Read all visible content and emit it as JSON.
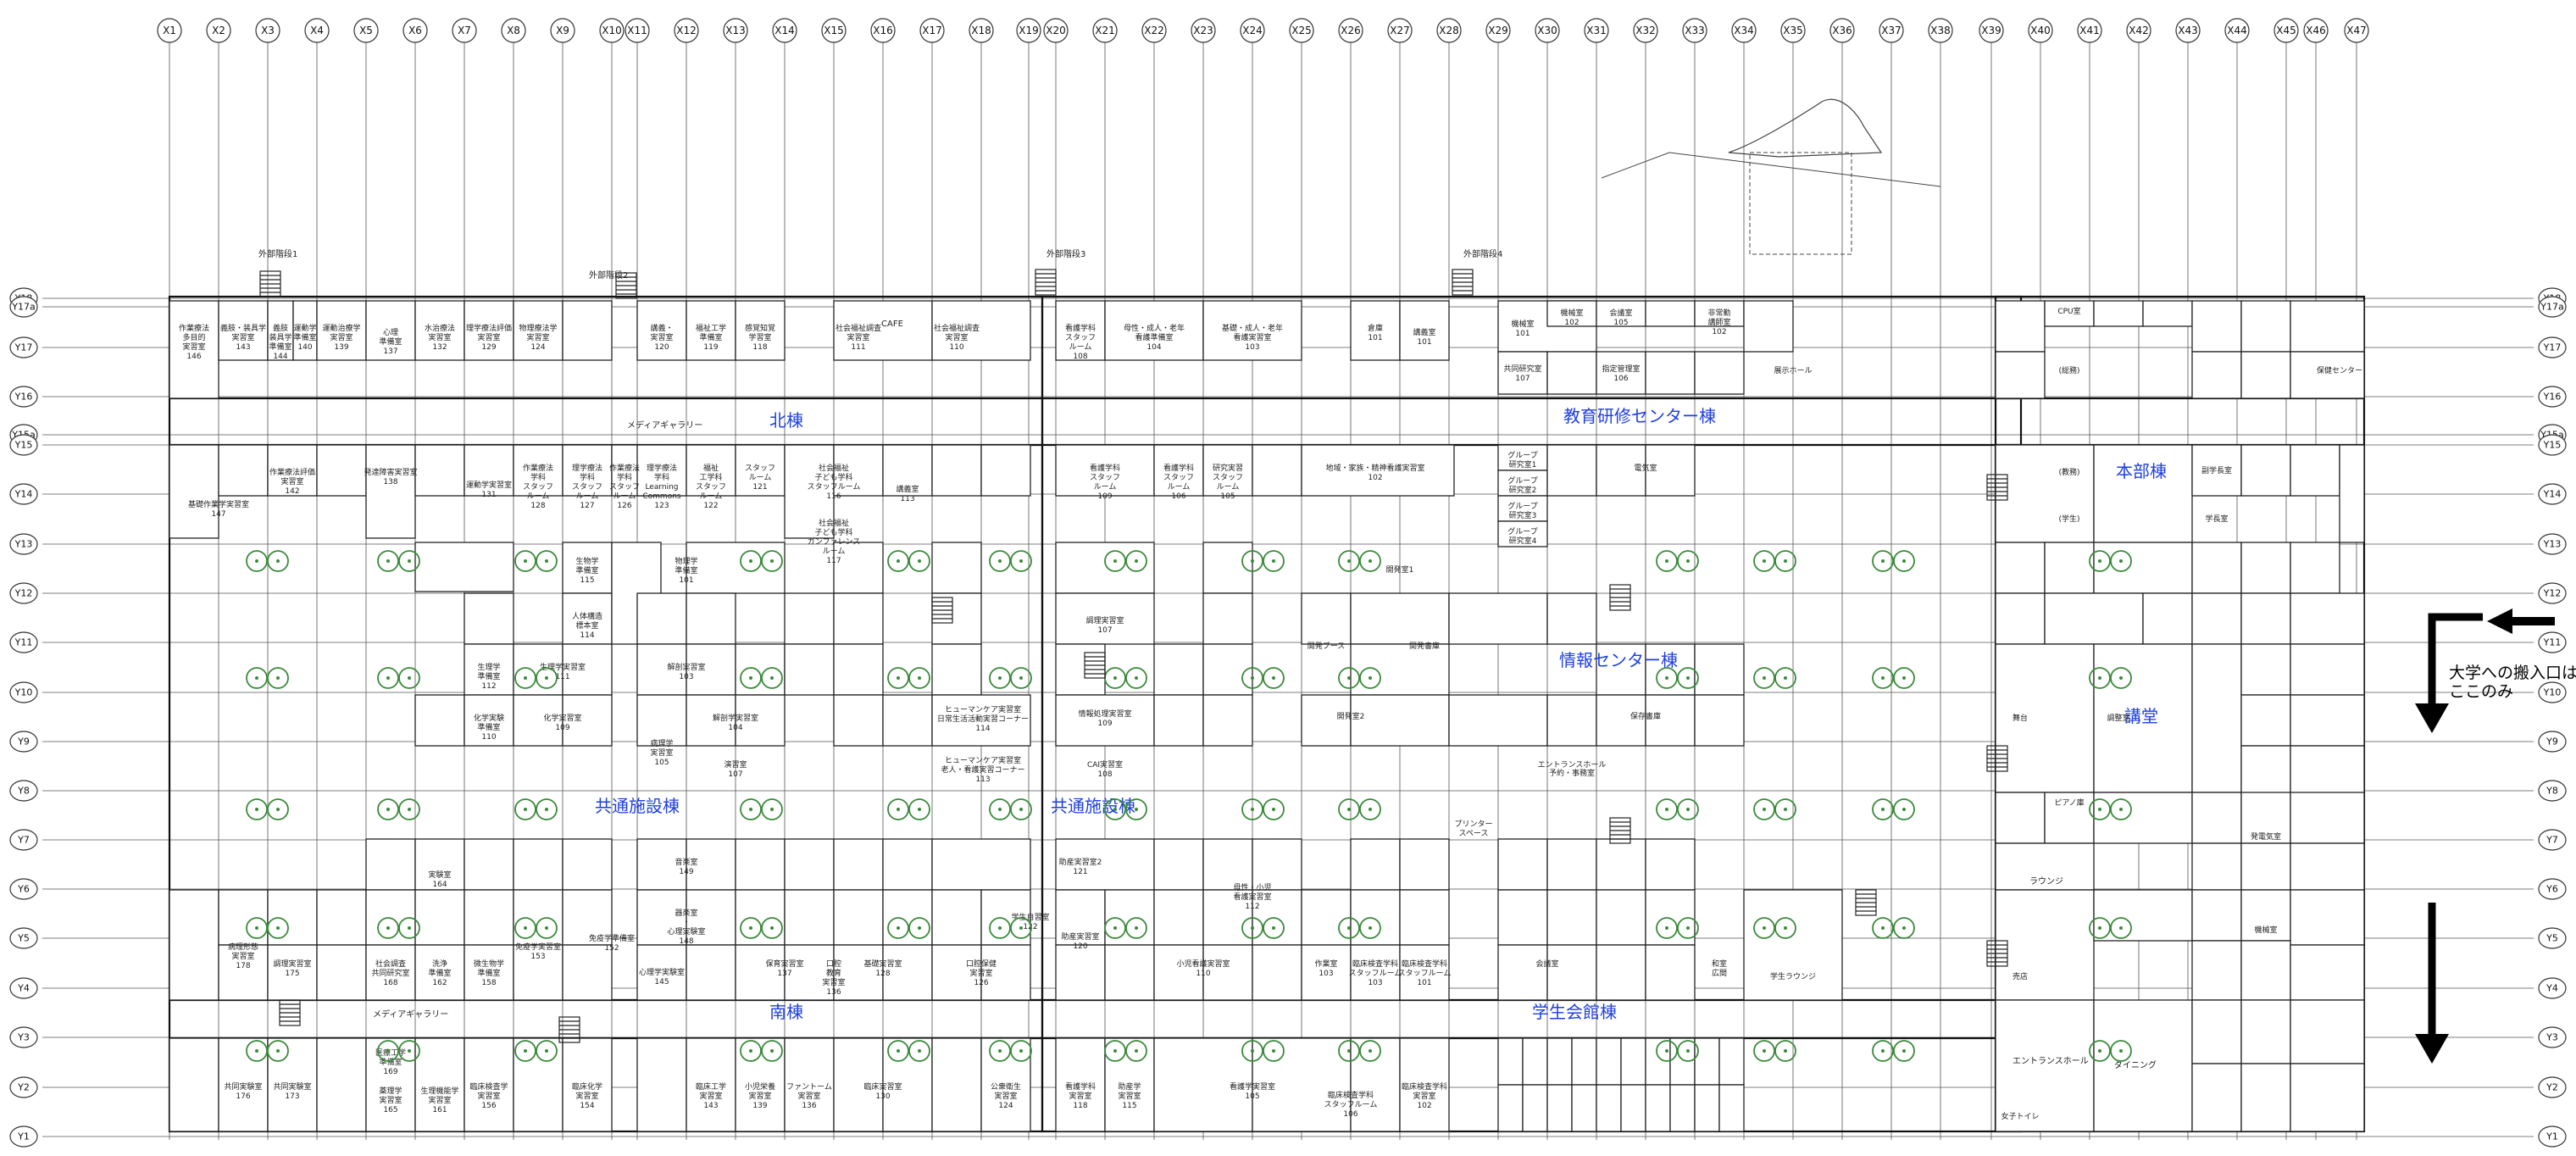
{
  "grid_x": [
    "X1",
    "X2",
    "X3",
    "X4",
    "X5",
    "X6",
    "X7",
    "X8",
    "X9",
    "X10",
    "X11",
    "X12",
    "X13",
    "X14",
    "X15",
    "X16",
    "X17",
    "X18",
    "X19",
    "X20",
    "X21",
    "X22",
    "X23",
    "X24",
    "X25",
    "X26",
    "X27",
    "X28",
    "X29",
    "X30",
    "X31",
    "X32",
    "X33",
    "X34",
    "X35",
    "X36",
    "X37",
    "X38",
    "X39",
    "X40",
    "X41",
    "X42",
    "X43",
    "X44",
    "X45",
    "X46",
    "X47"
  ],
  "grid_y": [
    "Y18",
    "Y17a",
    "Y17",
    "Y16",
    "Y15a",
    "Y15",
    "Y14",
    "Y13",
    "Y12",
    "Y11",
    "Y10",
    "Y9",
    "Y8",
    "Y7",
    "Y6",
    "Y5",
    "Y4",
    "Y3",
    "Y2",
    "Y1"
  ],
  "buildings": {
    "north": "北棟",
    "education": "教育研修センター棟",
    "headquarters": "本部棟",
    "info": "情報センター棟",
    "lecture": "講堂",
    "common1": "共通施設棟",
    "common2": "共通施設棟",
    "south": "南棟",
    "student": "学生会館棟"
  },
  "annotations": {
    "entry_note_line1": "大学への搬入口は",
    "entry_note_line2": "ここのみ",
    "stair1": "外部階段1",
    "stair2": "外部階段2",
    "stair3": "外部階段3",
    "stair4": "外部階段4",
    "gallery_north": "メディアギャラリー",
    "gallery_south": "メディアギャラリー",
    "cafe": "CAFE",
    "lounge": "ラウンジ",
    "dining": "ダイニング",
    "entrance_hall": "エントランスホール"
  },
  "rooms": {
    "r146": "作業療法 多目的 実習室 146",
    "r143": "義肢・装具学 実習室 143",
    "r144": "義肢 装具学 準備室 144",
    "r140": "運動学 準備室 140",
    "r139": "運動治療学 実習室 139",
    "r137": "心理 準備室 137",
    "r132": "水治療法 実習室 132",
    "r129": "理学療法評価 実習室 129",
    "r124": "物理療法学 実習室 124",
    "r120": "講義・ 実習室 120",
    "r119": "福祉工学 準備室 119",
    "r118": "感覚知覚 学習室 118",
    "r111": "社会福祉調査 実習室 111",
    "r110": "社会福祉調査 実習室 110",
    "r108": "看護学科 スタッフ ルーム 108",
    "r104n": "母性・成人・老年 看護準備室 104",
    "r103n": "基礎・成人・老年 看護実習室 103",
    "r101a": "倉庫 101",
    "r101b": "講義室 101",
    "m101": "機械室 101",
    "m102": "機械室 102",
    "r105e": "会議室 105",
    "r102e": "非常勤 講師室 102",
    "r107e": "共同研究室 107",
    "r106e": "指定管理室 106",
    "exhibit": "展示ホール",
    "cpu": "CPU室",
    "r149": "基礎作業学実習室 147",
    "r142": "作業療法評価 実習室 142",
    "r138": "発達障害実習室 138",
    "r131": "運動学実習室 131",
    "r128": "作業療法 学科 スタッフ ルーム 128",
    "r127": "理学療法 学科 スタッフ ルーム 127",
    "r126": "作業療法 学科 スタッフ ルーム 126",
    "r123": "理学療法 学科 Learning Commons 123",
    "r122": "福祉 工学科 スタッフ ルーム 122",
    "r121": "スタッフ ルーム 121",
    "r116": "社会福祉 子ども学科 スタッフルーム 116",
    "r117": "社会福祉 子ども学科 ガンファレンス ルーム 117",
    "r113": "講義室 113",
    "r109": "看護学科 スタッフ ルーム 109",
    "r106n": "看護学科 スタッフ ルーム 106",
    "r105n": "研究実習 スタッフ ルーム 105",
    "r102n": "地域・家族・精神看護実習室 102",
    "group1": "グループ 研究室1",
    "group2": "グループ 研究室2",
    "group3": "グループ 研究室3",
    "group4": "グループ 研究室4",
    "elec": "電気室",
    "r115": "生物学 準備室 115",
    "r101c": "物理学 準備室 101",
    "r107c": "調理実習室 107",
    "r109c": "情報処理実習室 109",
    "r114": "人体構造 標本室 114",
    "r103c": "解剖実習室 103",
    "r112": "生理学 準備室 112",
    "r111c": "生理学実習室 111",
    "r110c": "化学実験 準備室 110",
    "r109d": "化学実習室 109",
    "r104c": "解剖学実習室 104",
    "r105c": "病理学 実習室 105",
    "r107d": "演習室 107",
    "r114c": "ヒューマンケア実習室 日常生活活動実習コーナー 114",
    "r113c": "ヒューマンケア実習室 老人・看護実習コーナー 113",
    "r108c": "CAI実習室 108",
    "dev1": "開発室1",
    "dev2": "開発室2",
    "devbooth": "開発ブース",
    "server": "開発書庫",
    "saves": "保存書庫",
    "entrance": "エントランスホール",
    "printer": "プリンター スペース",
    "reserve": "予約・事務室",
    "r164": "実験室 164",
    "r149b": "音楽室 149",
    "r148": "器楽室 ・ 心理実験室 148",
    "r121s": "助産実習室2 121",
    "r120s": "助産実習室 120",
    "r112s": "母性・小児 看護実習室 112",
    "r178": "病理形態 実習室 178",
    "r175": "調理実習室 175",
    "r168": "社会調査 共同研究室 168",
    "r162": "洗浄 準備室 162",
    "r158": "微生物学 準備室 158",
    "r153": "免疫学実習室 153",
    "r152": "免疫学準備室 152",
    "r145": "心理学実験室 145",
    "r137s": "保育実習室 137",
    "r136": "口腔 教育 実習室 136",
    "r128s": "基礎実習室 128",
    "r126s": "口腔保健 実習室 126",
    "r122s": "学生自習室 122",
    "r110s": "小児看護実習室 110",
    "r103s": "作業室 103",
    "r103t": "臨床検査学科 スタッフルーム 103",
    "r101s": "臨床検査学科 スタッフルーム 101",
    "r176": "共同実験室 176",
    "r173": "共同実験室 173",
    "r169": "医療工学 準備室 169",
    "r165": "薬理学 実習室 165",
    "r161": "生理機能学 実習室 161",
    "r156": "臨床検査学 実習室 156",
    "r154": "臨床化学 実習室 154",
    "r143s": "臨床工学 実習室 143",
    "r139s": "小児栄養 実習室 139",
    "r136s": "ファントーム 実習室 136",
    "r130": "臨床実習室 130",
    "r124s": "公衆衛生 実習室 124",
    "r118s": "看護学科 実習室 118",
    "r115s": "助産学 実習室 115",
    "r105s": "看護学実習室 105",
    "r106s": "臨床検査学科 スタッフルーム 106",
    "r102s": "臨床検査学科 実習室 102",
    "student_lounge": "学生ラウンジ",
    "shop": "売店",
    "japanese_room": "和室 広間",
    "meeting": "会議室",
    "lecture_stage": "舞台",
    "pianos": "ピアノ庫",
    "control": "調整室",
    "machine_hall": "機械室",
    "power": "発電気室",
    "teaching": "(教務)",
    "student_affairs": "(学生)",
    "general": "(総務)",
    "president": "学長室",
    "vice": "副学長室",
    "security": "保健センター",
    "toilet": "女子トイレ"
  }
}
